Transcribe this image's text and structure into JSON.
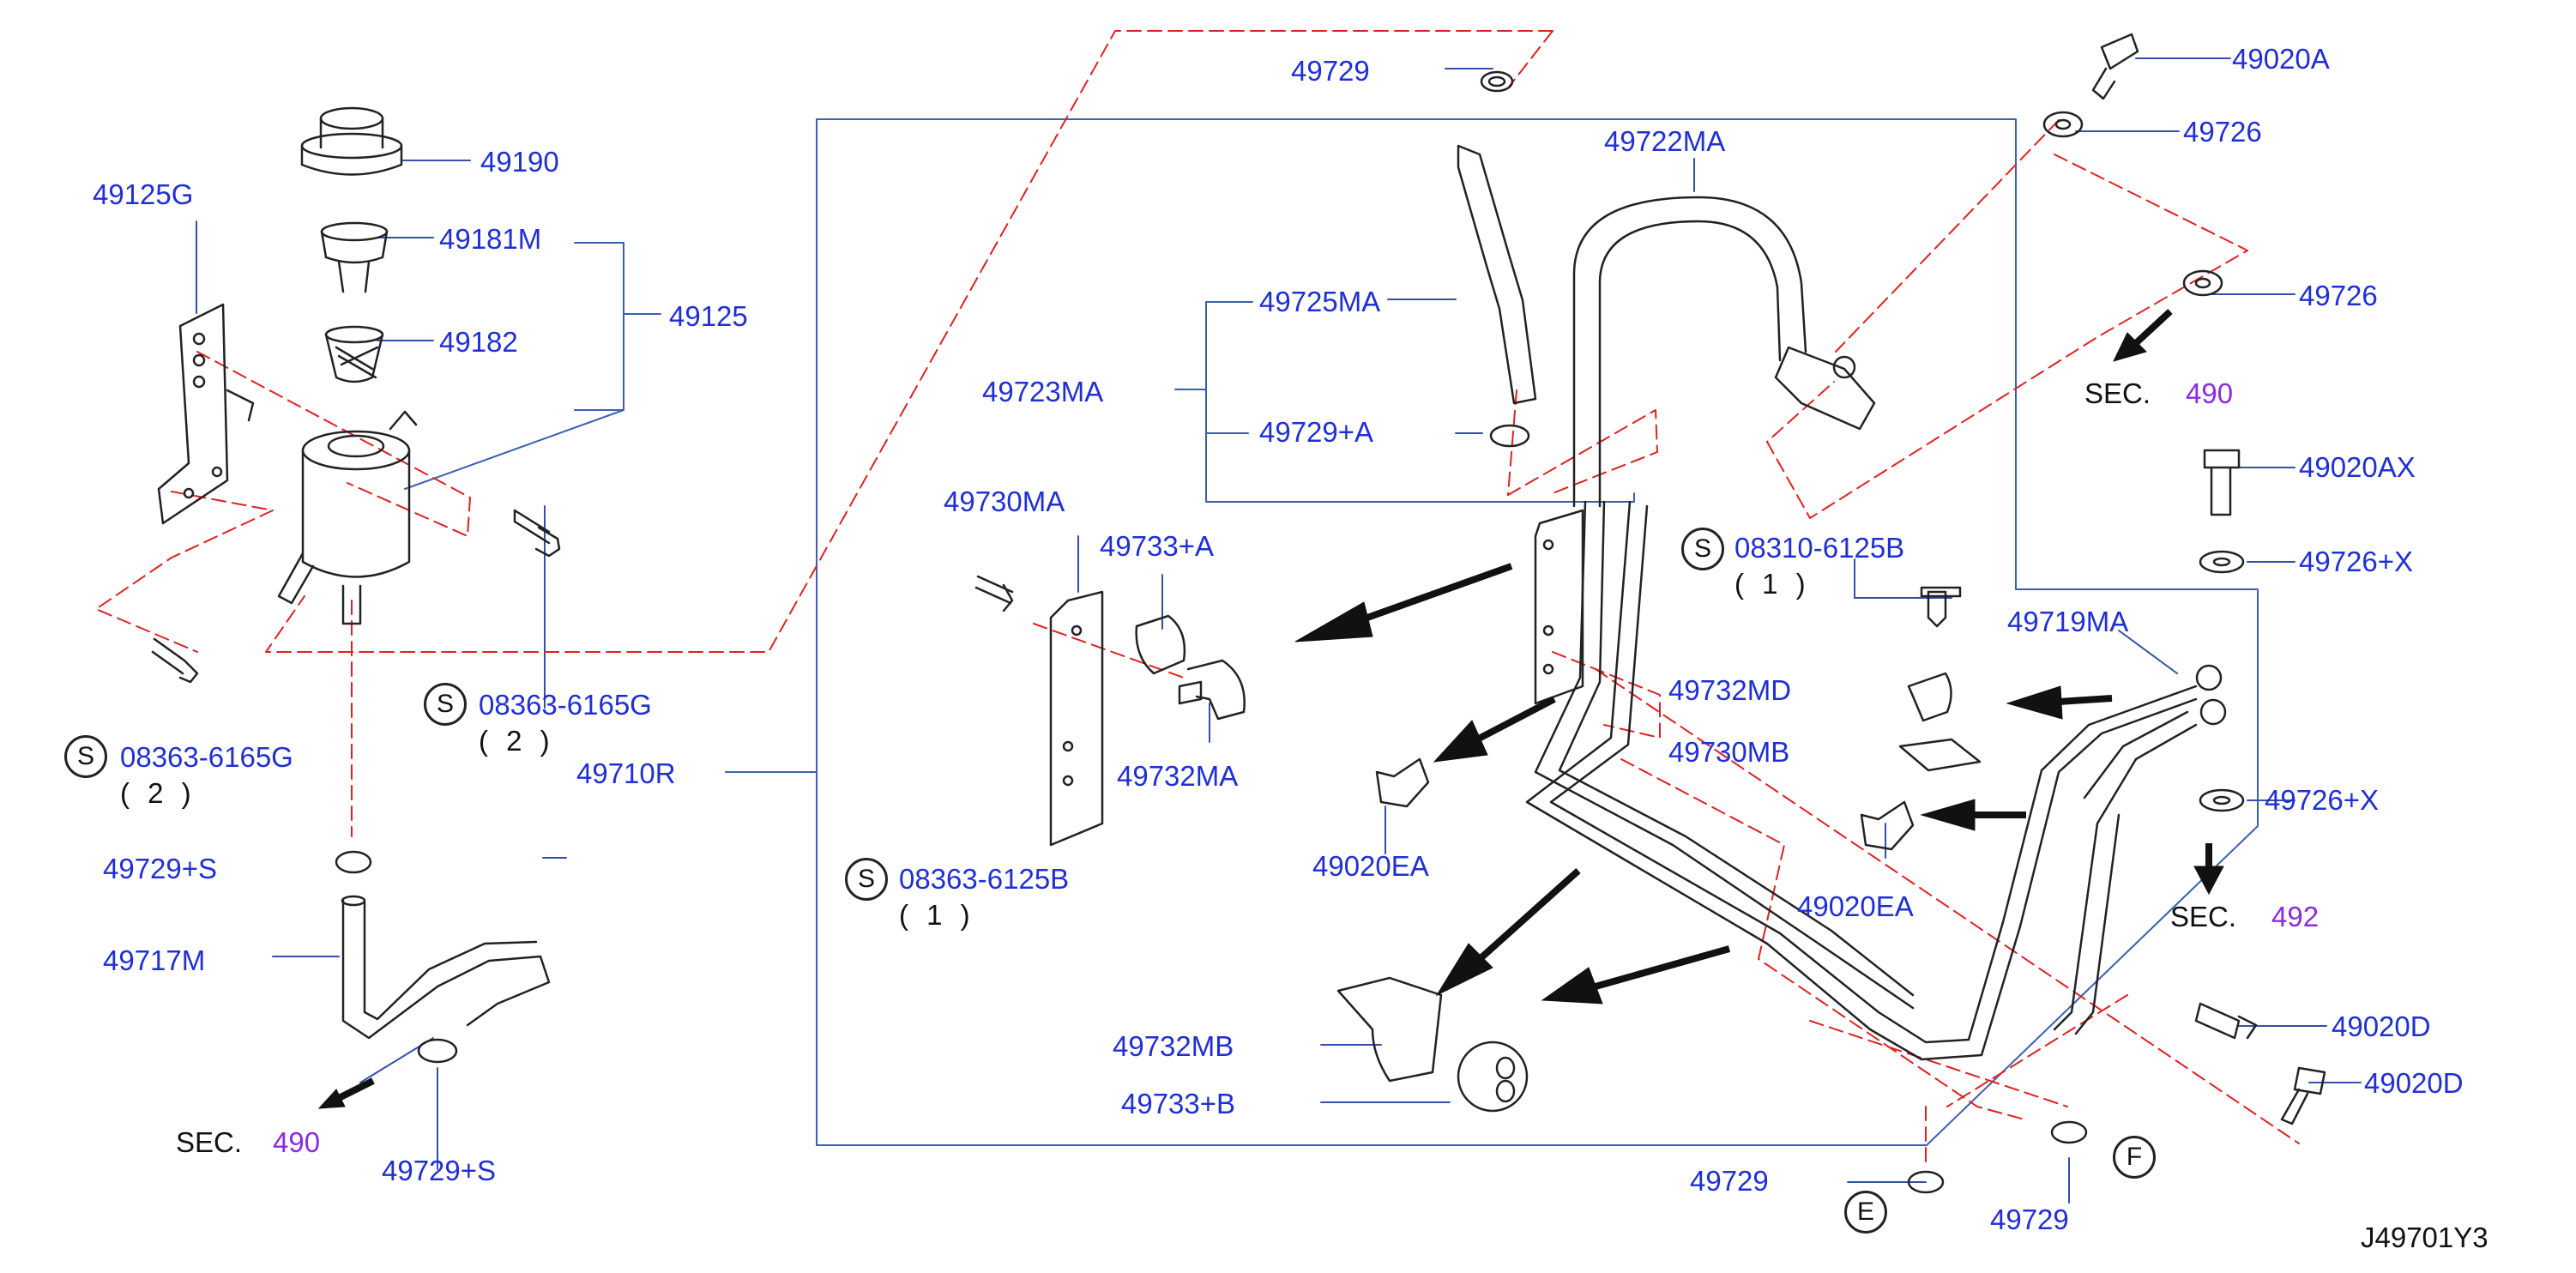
{
  "labels": {
    "p49190": "49190",
    "p49181m": "49181M",
    "p49182": "49182",
    "p49125": "49125",
    "p49125g": "49125G",
    "p49729_top": "49729",
    "p49722ma": "49722MA",
    "p49725ma": "49725MA",
    "p49723ma": "49723MA",
    "p49729a": "49729+A",
    "p49730ma": "49730MA",
    "p49733a": "49733+A",
    "p49732ma": "49732MA",
    "p49710r": "49710R",
    "p49729s_upper": "49729+S",
    "p49717m": "49717M",
    "p49729s_lower": "49729+S",
    "p49020a": "49020A",
    "p49726_top": "49726",
    "p49726_mid": "49726",
    "p49020ax": "49020AX",
    "p49726x_upper": "49726+X",
    "p49719ma": "49719MA",
    "p49726x_lower": "49726+X",
    "p49732md": "49732MD",
    "p49730mb": "49730MB",
    "p49020ea_left": "49020EA",
    "p49020ea_right": "49020EA",
    "p49732mb": "49732MB",
    "p49733b": "49733+B",
    "p49020d_upper": "49020D",
    "p49020d_lower": "49020D",
    "p49729_bottom_left": "49729",
    "p49729_bottom_right": "49729"
  },
  "standard_parts": {
    "marker": "S",
    "b08363_left": {
      "number": "08363-6165G",
      "qty": "( 2 )"
    },
    "b08363_mid": {
      "number": "08363-6165G",
      "qty": "( 2 )"
    },
    "b08363_bracket": {
      "number": "08363-6125B",
      "qty": "( 1 )"
    },
    "b08310": {
      "number": "08310-6125B",
      "qty": "( 1 )"
    }
  },
  "section_refs": {
    "prefix": "SEC.",
    "sec490_left": "490",
    "sec490_right": "490",
    "sec492": "492"
  },
  "connectors": {
    "e": "E",
    "f": "F"
  },
  "figure_id": "J49701Y3",
  "colors": {
    "part_number": "#1f2fd6",
    "section_number": "#8a2be2",
    "dashed_line": "#e02020",
    "frame_line": "#3b5fb0",
    "drawing": "#222222"
  }
}
